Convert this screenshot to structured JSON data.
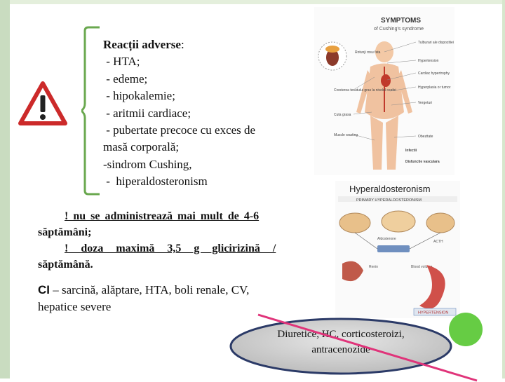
{
  "adverse": {
    "title": "Reacții adverse",
    "colon": ":",
    "lines": [
      " - HTA;",
      " - edeme;",
      " - hipokalemie;",
      " - aritmii cardiace;",
      " - pubertate precoce cu exces de",
      "masă corporală;",
      "-sindrom Cushing,",
      " -  hiperaldosteronism"
    ]
  },
  "warnings": {
    "line1": "! nu se administrează mai mult de 4-6",
    "line2": "săptămâni;",
    "line3": "! doza maximă 3,5 g glicirizină /",
    "line4": "săptămână."
  },
  "ci": {
    "label": "CI",
    "line1": " – sarcină, alăptare, HTA, boli renale, CV,",
    "line2": "hepatice severe"
  },
  "ellipse": {
    "line1": "Diuretice, HC, corticosteroizi,",
    "line2": "antracenozide"
  },
  "symptoms": {
    "title": "SYMPTOMS",
    "subtitle": "of Cushing's syndrome",
    "left_labels": [
      "Rotunji rosu fata",
      "Cresterea tesutului gras la nivelul ceafei",
      "Cuta grasa",
      "Muscle wasting"
    ],
    "right_labels": [
      "Tulburari ale dispozitiei",
      "Hypertension",
      "Cardiac hypertrophy",
      "Hyperplasia or tumor",
      "Vergeturi",
      "Obezitate"
    ],
    "note1": "Infectii",
    "note2": "Disfunctie vasculara"
  },
  "hyper": {
    "title": "Hyperaldosteronism",
    "subtitle": "PRIMARY HYPERALDOSTERONISM",
    "badge": "HYPERTENSION",
    "label_a": "Aldosterone",
    "label_b": "ACTH",
    "label_c": "Renin",
    "label_d": "Blood volume"
  },
  "colors": {
    "frame": "#c9dcc0",
    "bracket": "#6aa84f",
    "warning_red": "#cc2a2a",
    "ellipse_fill": "#d0d0d0",
    "green_dot": "#66cc44",
    "strike": "#e0347a"
  }
}
